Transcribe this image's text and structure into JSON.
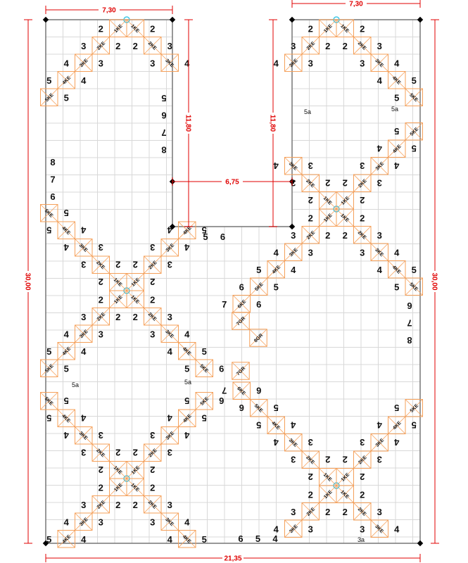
{
  "drawing": {
    "dimensions": {
      "top_left_width": "7,30",
      "top_right_width": "7,30",
      "left_notch_height": "11,80",
      "right_notch_height": "11,80",
      "notch_width": "6,75",
      "left_total_height": "30,00",
      "right_total_height": "30,00",
      "bottom_total_width": "21,35"
    },
    "stair_labels": {
      "ke": [
        "1KE",
        "2KE",
        "3KE",
        "4KE",
        "5KE",
        "6KE"
      ],
      "gr": [
        "7GR",
        "8GR",
        "7GR"
      ],
      "step_numbers": [
        "1",
        "2",
        "3",
        "4",
        "5",
        "6",
        "7",
        "8"
      ],
      "landings": [
        "5a",
        "5a",
        "5a",
        "5a",
        "3a"
      ],
      "left_top_column": [
        "5",
        "6",
        "7",
        "8"
      ],
      "left_mid_column": [
        "8",
        "7",
        "6"
      ],
      "right_mid_column": [
        "6",
        "7",
        "8"
      ],
      "center_column": [
        "5",
        "6"
      ],
      "bottom_row": [
        "6",
        "5",
        "4"
      ]
    },
    "colors": {
      "dimension": "#e00000",
      "stair_marker": "#f5a05a",
      "outline": "#777777",
      "grid": "#d8d8d8",
      "center_marker": "#40c8e8"
    }
  }
}
